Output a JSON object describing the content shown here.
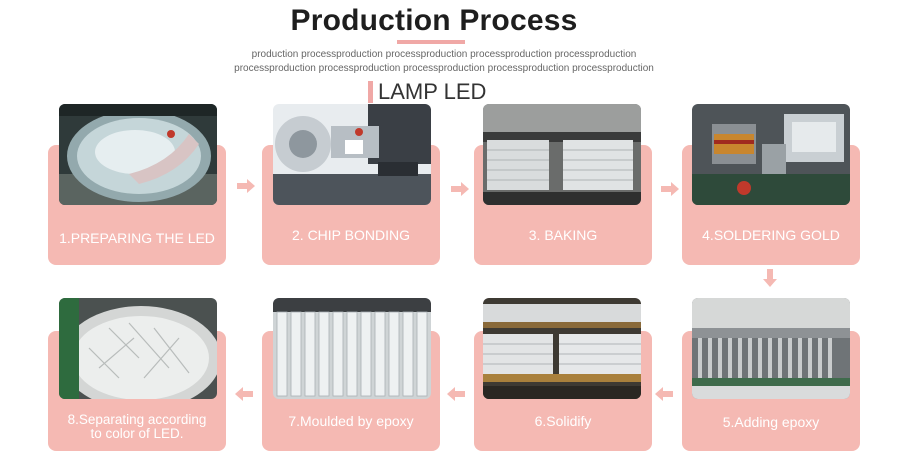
{
  "header": {
    "title": "Production Process",
    "subtitle_line1": "production processproduction processproduction processproduction processproduction",
    "subtitle_line2": "processproduction processproduction processproduction processproduction processproduction"
  },
  "section": {
    "label": "LAMP LED"
  },
  "accent_color": "#f5b9b3",
  "steps": [
    {
      "label": "1.PREPARING THE LED"
    },
    {
      "label": "2. CHIP BONDING"
    },
    {
      "label": "3. BAKING"
    },
    {
      "label": "4.SOLDERING GOLD"
    },
    {
      "label": "5.Adding epoxy"
    },
    {
      "label": "6.Solidify"
    },
    {
      "label": "7.Moulded by epoxy"
    },
    {
      "label_line1": "8.Separating according",
      "label_line2": "to color of LED."
    }
  ]
}
